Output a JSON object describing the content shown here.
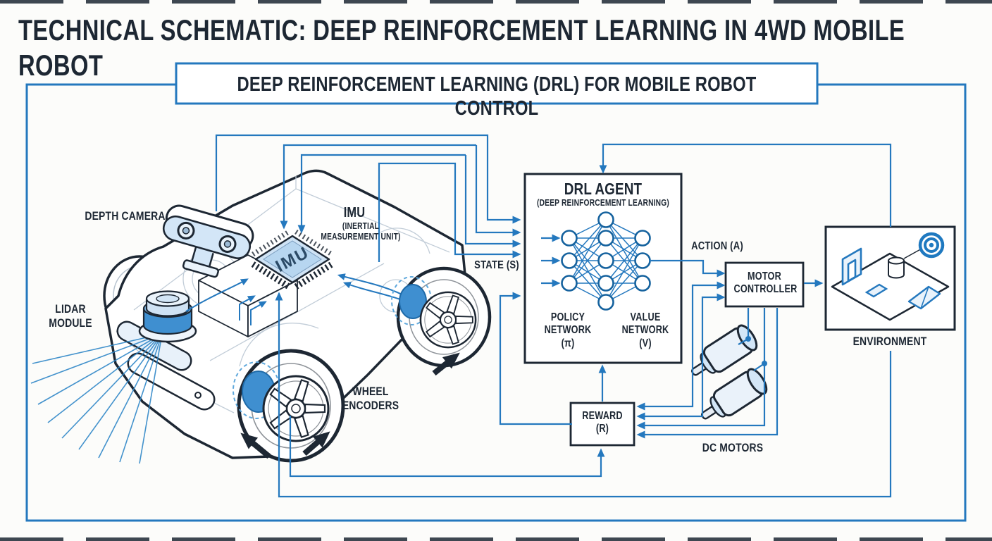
{
  "title": "TECHNICAL SCHEMATIC: DEEP REINFORCEMENT LEARNING IN 4WD MOBILE ROBOT",
  "banner": "DEEP REINFORCEMENT LEARNING (DRL) FOR MOBILE ROBOT CONTROL",
  "robot": {
    "depth_camera": "DEPTH CAMERA",
    "imu_title": "IMU",
    "imu_sub": "(INERTIAL\nMEASUREMENT UNIT)",
    "imu_chip": "IMU",
    "lidar": "LIDAR\nMODULE",
    "wheel_encoders": "WHEEL\nENCODERS"
  },
  "agent": {
    "title": "DRL AGENT",
    "subtitle": "(DEEP REINFORCEMENT LEARNING)",
    "policy": "POLICY\nNETWORK\n(π)",
    "value": "VALUE\nNETWORK\n(V)"
  },
  "signals": {
    "state": "STATE (S)",
    "action": "ACTION (A)",
    "reward": "REWARD\n(R)"
  },
  "blocks": {
    "motor_controller": "MOTOR\nCONTROLLER",
    "environment": "ENVIRONMENT",
    "dc_motors": "DC MOTORS"
  },
  "colors": {
    "line_blue": "#2478be",
    "navy": "#1d2733",
    "light_blue": "#d3e6f7",
    "accent_blue": "#3f8fd0"
  }
}
